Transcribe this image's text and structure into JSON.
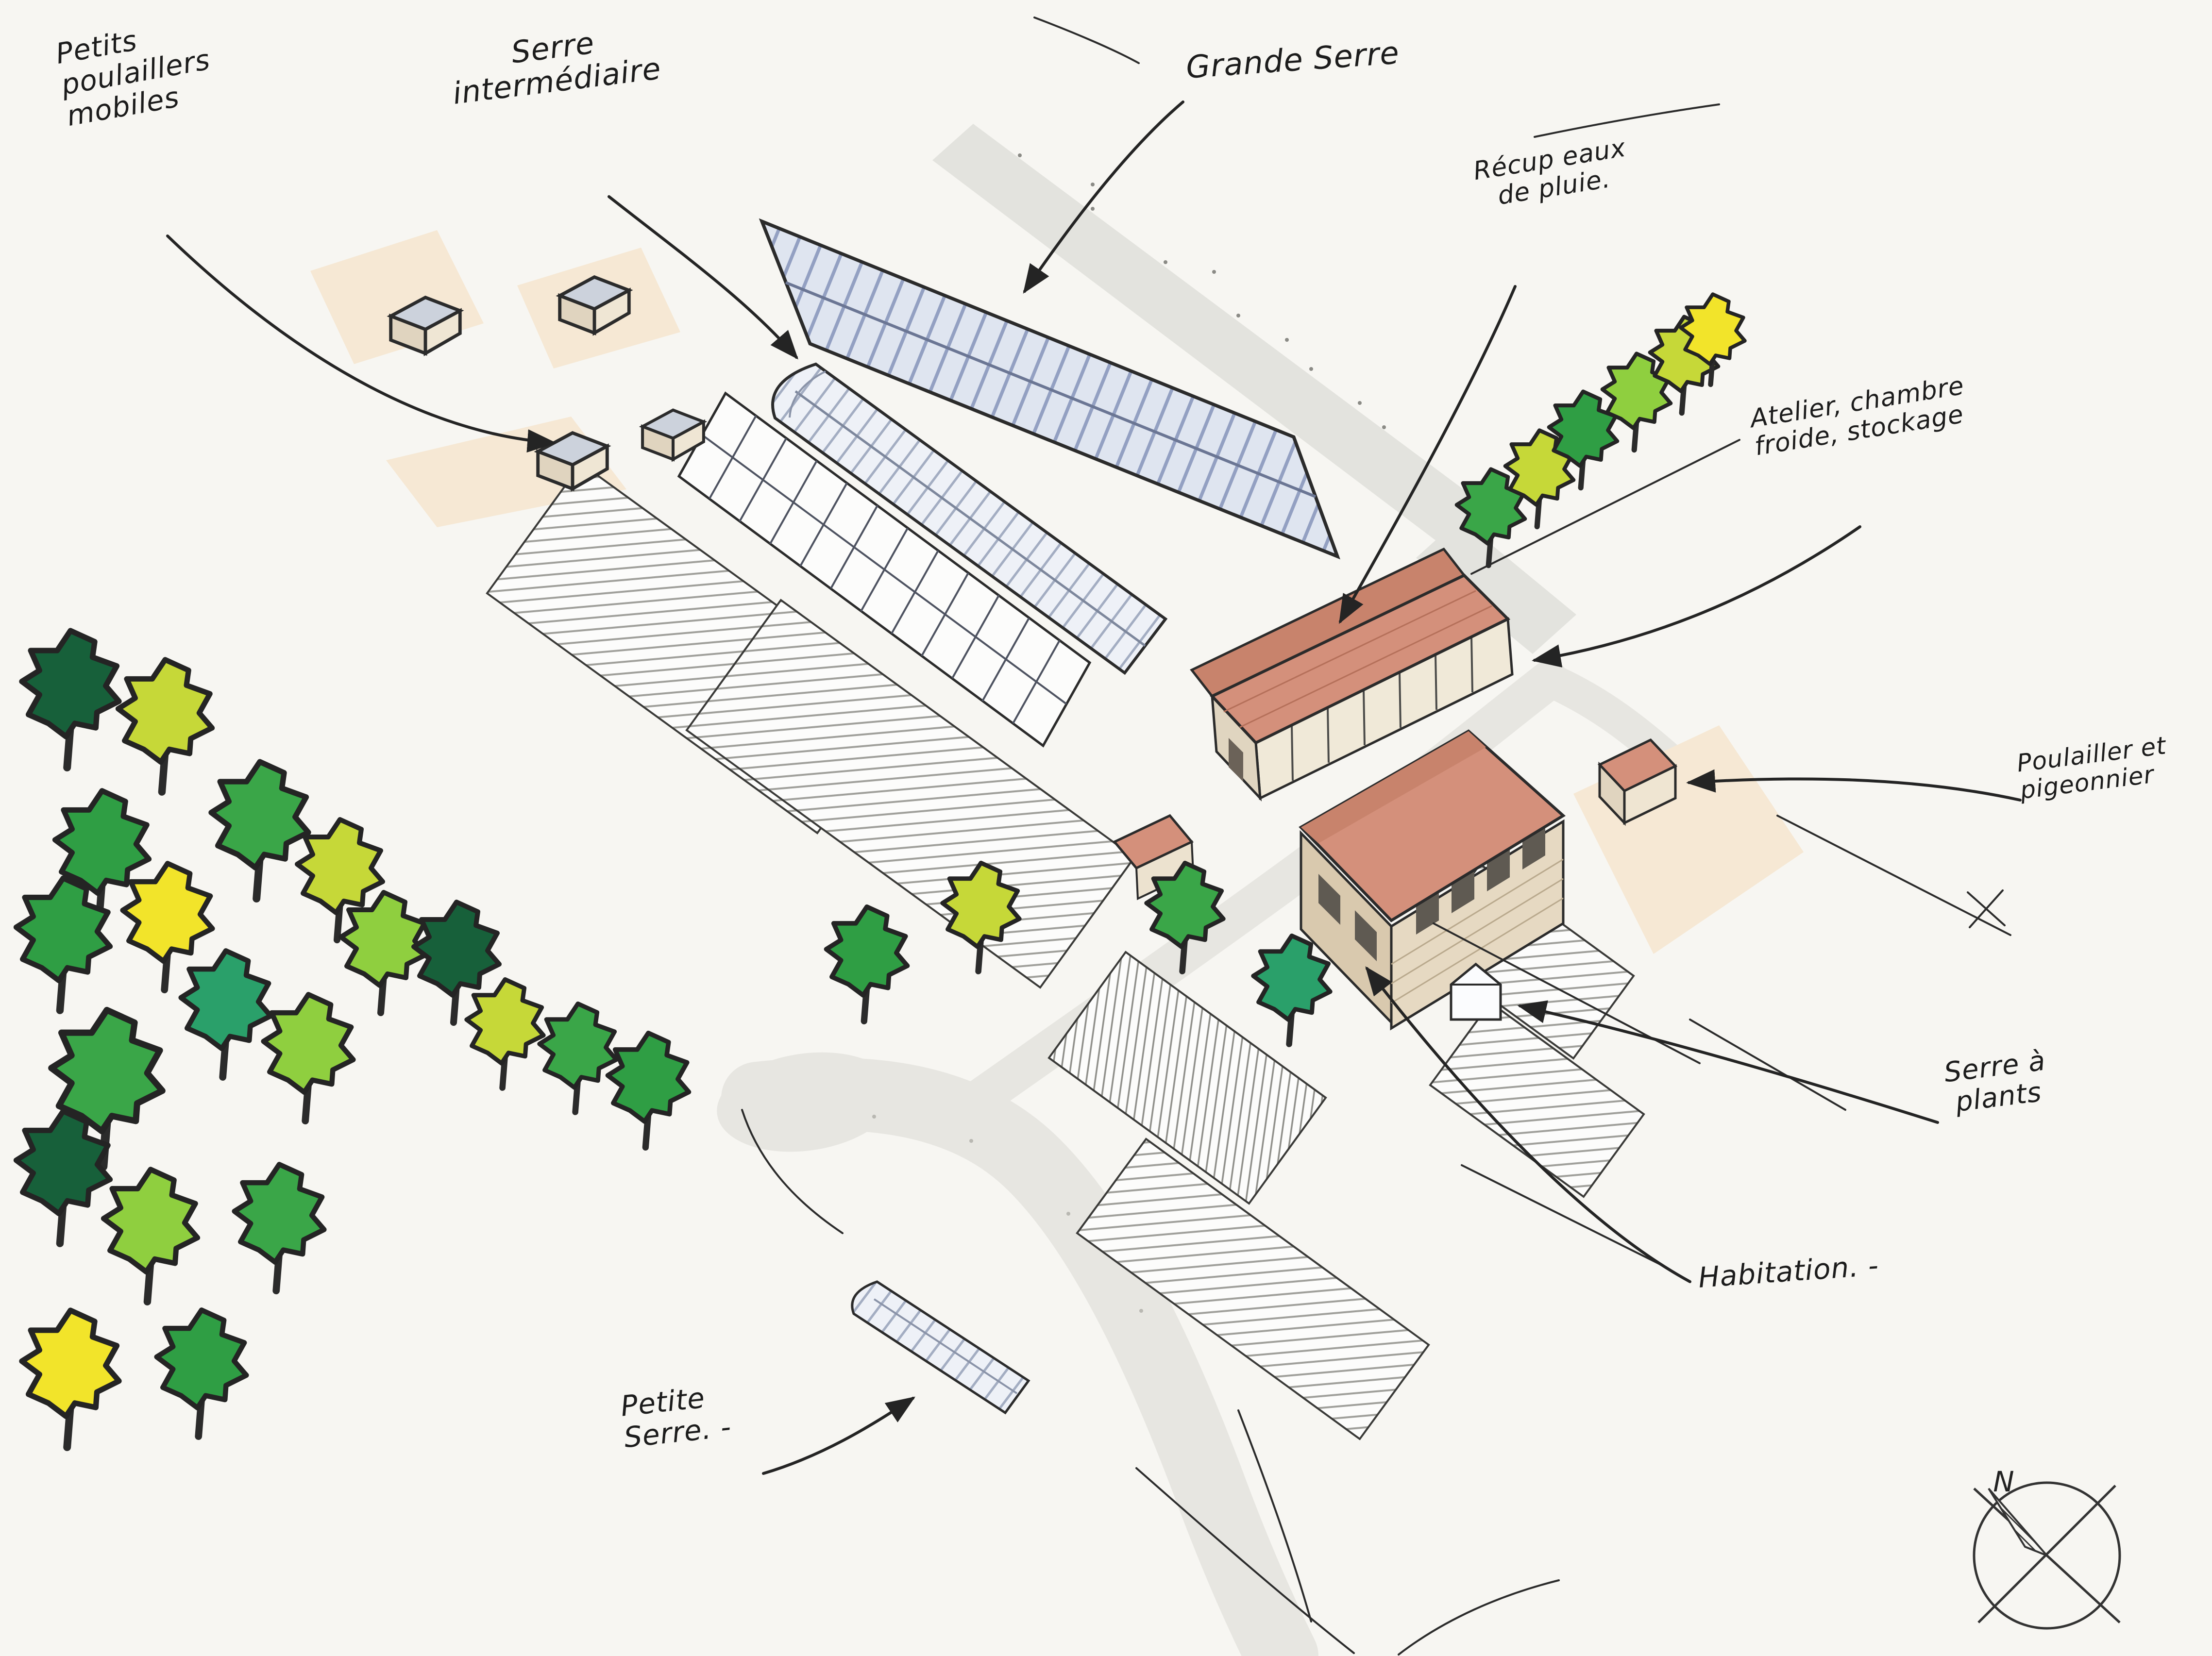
{
  "scene": {
    "background": "#f7f6f2",
    "labels": {
      "petits_poulaillers_mobiles": "Petits\npoulaillers\nmobiles",
      "serre_intermediaire": "Serre\nintermédiaire",
      "grande_serre": "Grande Serre",
      "recup_eaux_de_pluie": "Récup eaux\nde pluie.",
      "atelier_chambre_froide_stockage": "Atelier, chambre\nfroide, stockage",
      "poulailler_et_pigeonnier": "Poulailler et\npigeonnier",
      "serre_a_plants": "Serre à\nplants",
      "habitation": "Habitation. -",
      "petite_serre": "Petite\nSerre. -",
      "compass_north": "N"
    },
    "colors": {
      "ink": "#242424",
      "roof": "#d4907b",
      "roof_dark": "#c8836c",
      "greenhouse_fill": "#dfe5f0",
      "greenhouse_stripe": "#93a0c2",
      "rib_fill": "#eef1f7",
      "rib_stripe": "#a3adc2",
      "path_gray": "#e7e6e1",
      "strip_gray": "#e3e3de",
      "soil_beige": "#f6e8d4",
      "bed_hatch": "#a0a09b",
      "tree_palette": [
        "#17603a",
        "#2f9e44",
        "#3aa648",
        "#8fcf3f",
        "#c6d838",
        "#f2e42a",
        "#2aa06a"
      ]
    }
  }
}
